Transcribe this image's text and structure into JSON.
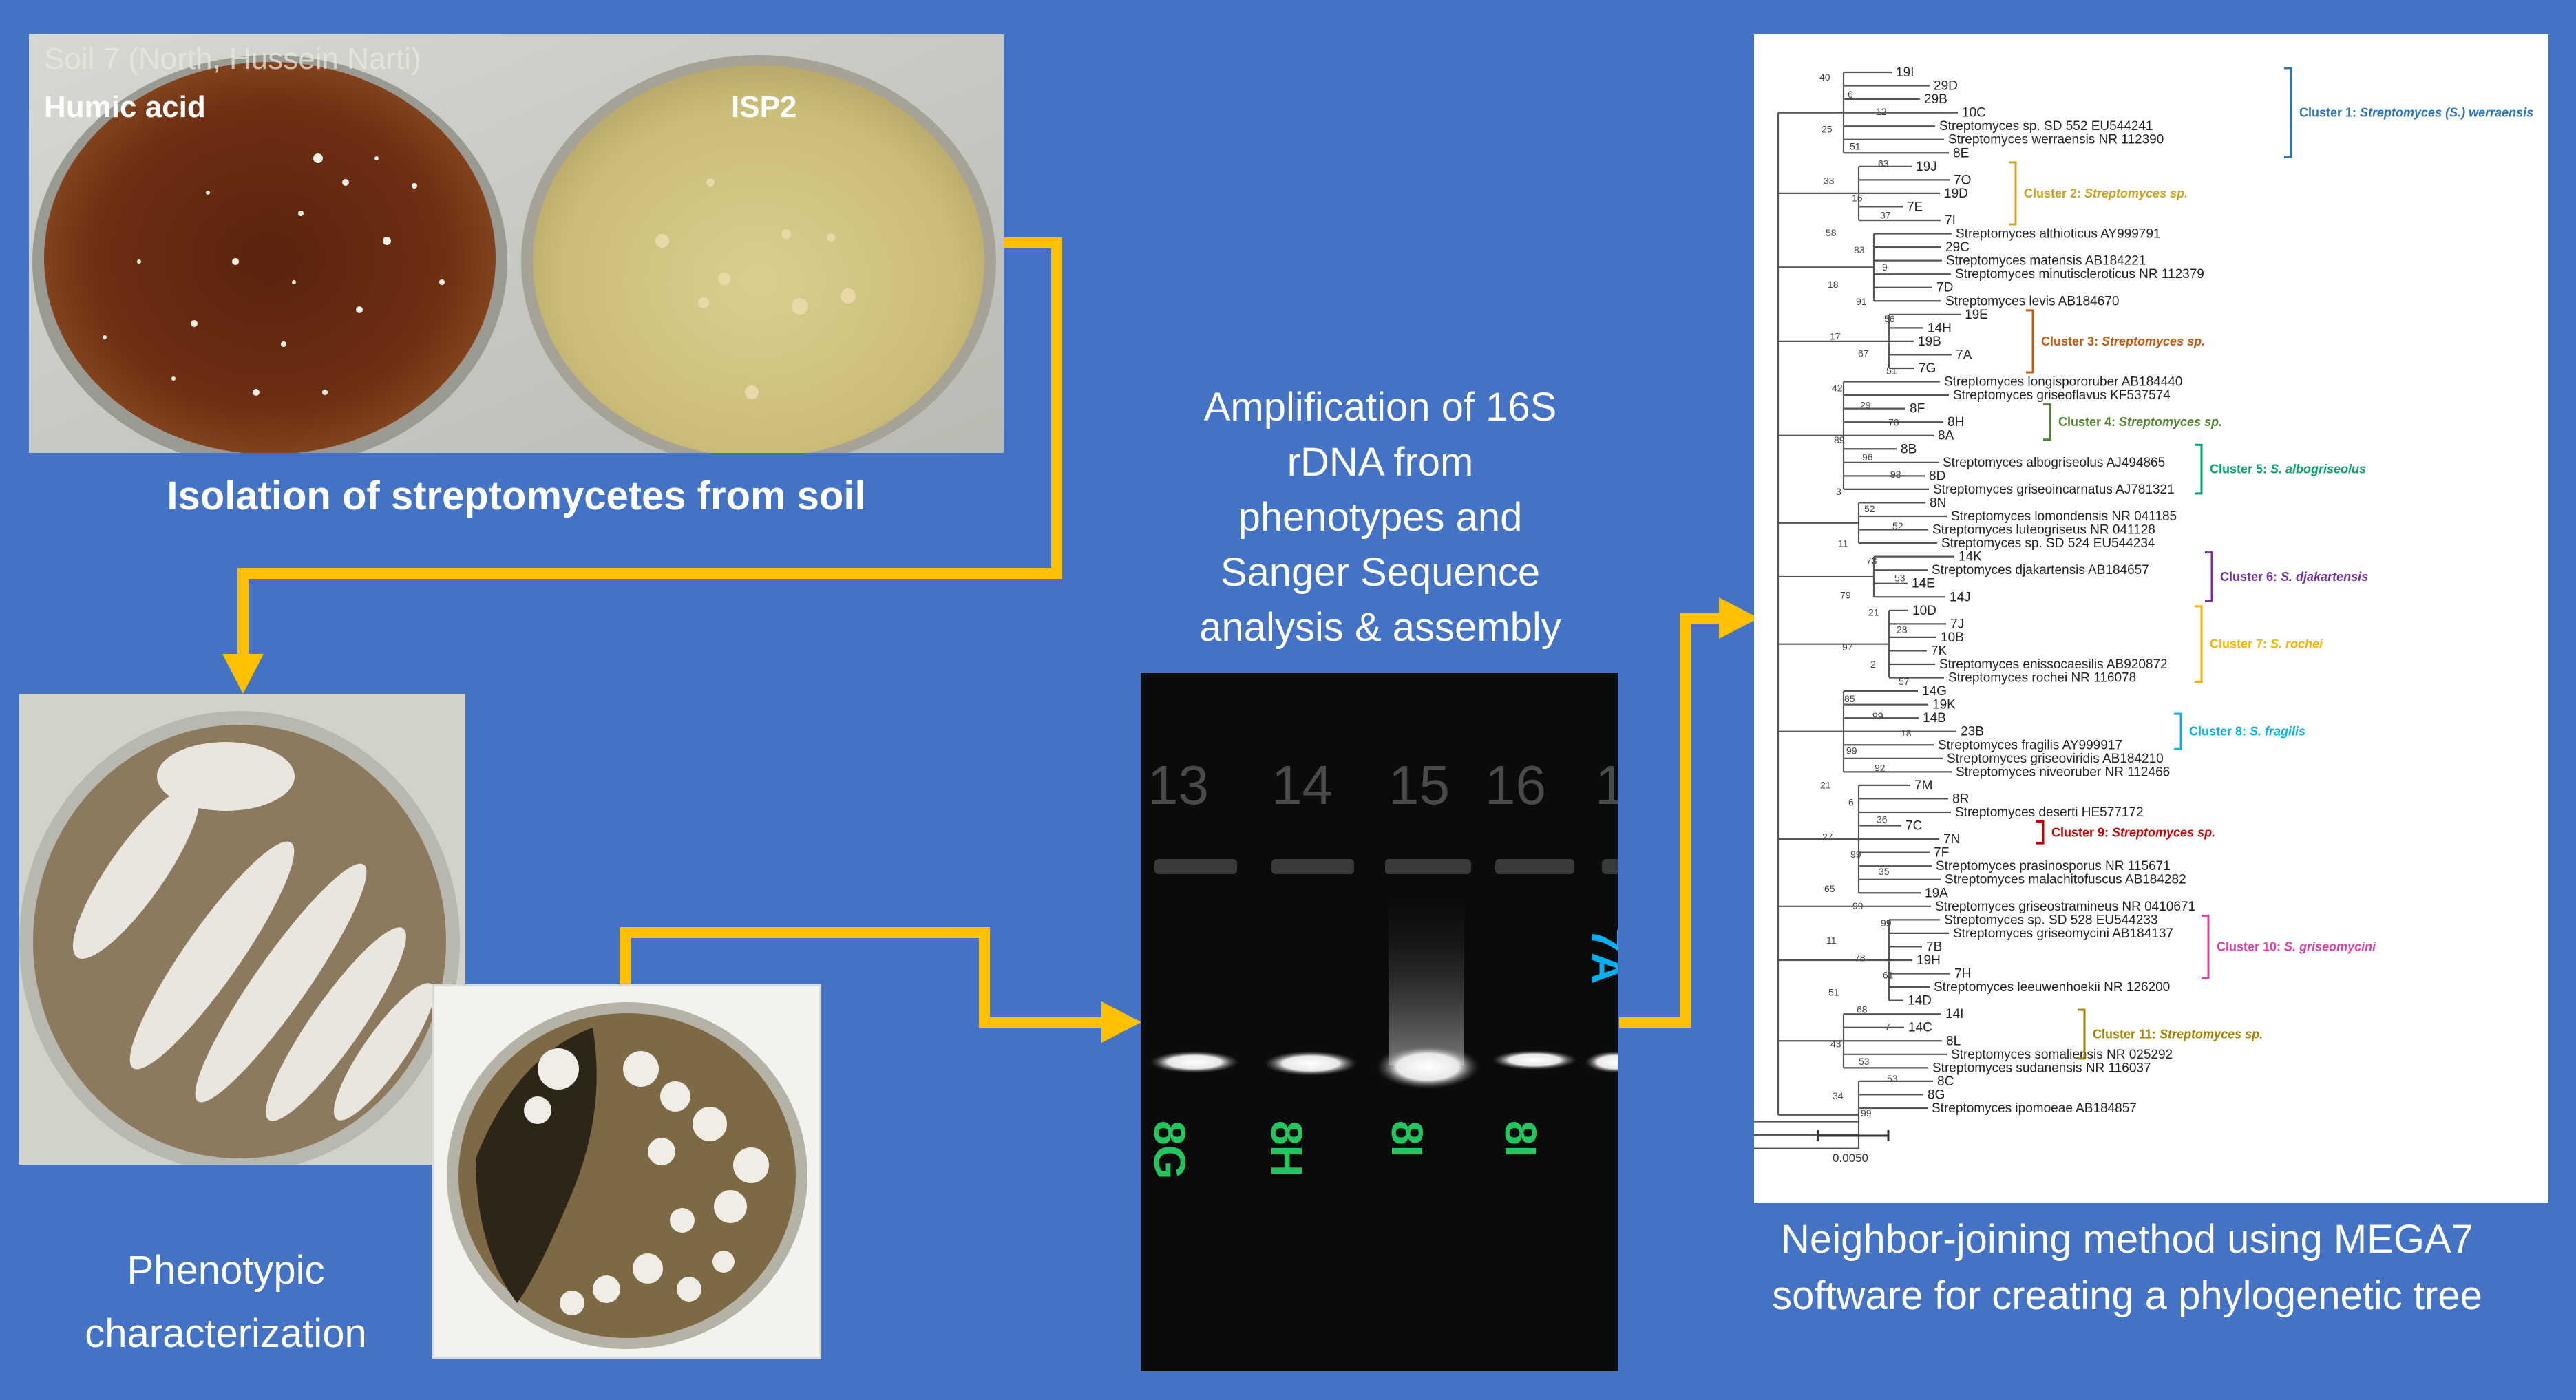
{
  "petri_top": {
    "soil_label": "Soil 7 (North, Hussein Narti)",
    "plate_left_label": "Humic acid",
    "plate_right_label": "ISP2"
  },
  "captions": {
    "isolation": "Isolation of streptomycetes from soil",
    "phenotypic_line1": "Phenotypic",
    "phenotypic_line2": "characterization",
    "amplification": [
      "Amplification of 16S",
      "rDNA from",
      "phenotypes and",
      "Sanger Sequence",
      "analysis & assembly"
    ],
    "neighbor_line1": "Neighbor-joining method using MEGA7",
    "neighbor_line2": "software for creating a phylogenetic tree"
  },
  "gel": {
    "lane_numbers": [
      "13",
      "14",
      "15",
      "16",
      "1"
    ],
    "lane_labels": [
      "8G",
      "8H",
      "8I",
      "8I",
      "7A"
    ]
  },
  "tree": {
    "scale_label": "0.0050",
    "leaves": [
      "19I",
      "29D",
      "29B",
      "10C",
      "Streptomyces sp. SD 552 EU544241",
      "Streptomyces werraensis NR 112390",
      "8E",
      "19J",
      "7O",
      "19D",
      "7E",
      "7I",
      "Streptomyces althioticus AY999791",
      "29C",
      "Streptomyces matensis AB184221",
      "Streptomyces minutiscleroticus NR 112379",
      "7D",
      "Streptomyces levis AB184670",
      "19E",
      "14H",
      "19B",
      "7A",
      "7G",
      "Streptomyces longispororuber AB184440",
      "Streptomyces griseoflavus KF537574",
      "8F",
      "8H",
      "8A",
      "8B",
      "Streptomyces albogriseolus AJ494865",
      "8D",
      "Streptomyces griseoincarnatus AJ781321",
      "8N",
      "Streptomyces lomondensis NR 041185",
      "Streptomyces luteogriseus NR 041128",
      "Streptomyces sp. SD 524 EU544234",
      "14K",
      "Streptomyces djakartensis AB184657",
      "14E",
      "14J",
      "10D",
      "7J",
      "10B",
      "7K",
      "Streptomyces enissocaesilis AB920872",
      "Streptomyces rochei NR 116078",
      "14G",
      "19K",
      "14B",
      "23B",
      "Streptomyces fragilis AY999917",
      "Streptomyces griseoviridis AB184210",
      "Streptomyces niveoruber NR 112466",
      "7M",
      "8R",
      "Streptomyces deserti HE577172",
      "7C",
      "7N",
      "7F",
      "Streptomyces prasinosporus NR 115671",
      "Streptomyces malachitofuscus AB184282",
      "19A",
      "Streptomyces griseostramineus NR 0410671",
      "Streptomyces sp. SD 528 EU544233",
      "Streptomyces griseomycini AB184137",
      "7B",
      "19H",
      "7H",
      "Streptomyces leeuwenhoekii NR 126200",
      "14D",
      "14I",
      "14C",
      "8L",
      "Streptomyces somaliensis NR 025292",
      "Streptomyces sudanensis NR 116037",
      "8C",
      "8G",
      "Streptomyces ipomoeae AB184857"
    ],
    "bootstrap": [
      {
        "v": "40"
      },
      {
        "v": "6"
      },
      {
        "v": "12"
      },
      {
        "v": "25"
      },
      {
        "v": "51"
      },
      {
        "v": "63"
      },
      {
        "v": "33"
      },
      {
        "v": "16"
      },
      {
        "v": "37"
      },
      {
        "v": "58"
      },
      {
        "v": "83"
      },
      {
        "v": "9"
      },
      {
        "v": "18"
      },
      {
        "v": "91"
      },
      {
        "v": "56"
      },
      {
        "v": "17"
      },
      {
        "v": "67"
      },
      {
        "v": "51"
      },
      {
        "v": "42"
      },
      {
        "v": "29"
      },
      {
        "v": "70"
      },
      {
        "v": "89"
      },
      {
        "v": "96"
      },
      {
        "v": "98"
      },
      {
        "v": "3"
      },
      {
        "v": "52"
      },
      {
        "v": "52"
      },
      {
        "v": "11"
      },
      {
        "v": "73"
      },
      {
        "v": "53"
      },
      {
        "v": "79"
      },
      {
        "v": "21"
      },
      {
        "v": "28"
      },
      {
        "v": "97"
      },
      {
        "v": "2"
      },
      {
        "v": "57"
      },
      {
        "v": "85"
      },
      {
        "v": "99"
      },
      {
        "v": "18"
      },
      {
        "v": "99"
      },
      {
        "v": "92"
      },
      {
        "v": "21"
      },
      {
        "v": "6"
      },
      {
        "v": "36"
      },
      {
        "v": "27"
      },
      {
        "v": "99"
      },
      {
        "v": "35"
      },
      {
        "v": "65"
      },
      {
        "v": "99"
      },
      {
        "v": "99"
      },
      {
        "v": "11"
      },
      {
        "v": "78"
      },
      {
        "v": "61"
      },
      {
        "v": "51"
      },
      {
        "v": "68"
      },
      {
        "v": "7"
      },
      {
        "v": "43"
      },
      {
        "v": "53"
      },
      {
        "v": "53"
      },
      {
        "v": "34"
      },
      {
        "v": "99"
      }
    ],
    "clusters": [
      {
        "prefix": "Cluster 1: ",
        "italic": "Streptomyces (S.) werraensis",
        "color": "#2E75B6"
      },
      {
        "prefix": "Cluster 2: ",
        "italic": "Streptomyces sp.",
        "color": "#C9A227"
      },
      {
        "prefix": "Cluster 3: ",
        "italic": "Streptomyces sp.",
        "color": "#C55A11"
      },
      {
        "prefix": "Cluster 4: ",
        "italic": "Streptomyces sp.",
        "color": "#548235"
      },
      {
        "prefix": "Cluster 5: ",
        "italic": "S. albogriseolus",
        "color": "#00A36C"
      },
      {
        "prefix": "Cluster 6: ",
        "italic": "S. djakartensis",
        "color": "#7030A0"
      },
      {
        "prefix": "Cluster 7: ",
        "italic": "S. rochei",
        "color": "#F4B400"
      },
      {
        "prefix": "Cluster 8: ",
        "italic": "S. fragilis",
        "color": "#00B0F0"
      },
      {
        "prefix": "Cluster 9: ",
        "italic": "Streptomyces sp.",
        "color": "#C00000"
      },
      {
        "prefix": "Cluster 10: ",
        "italic": "S. griseomycini",
        "color": "#E040A0"
      },
      {
        "prefix": "Cluster 11: ",
        "italic": "Streptomyces sp.",
        "color": "#A08000"
      }
    ]
  }
}
